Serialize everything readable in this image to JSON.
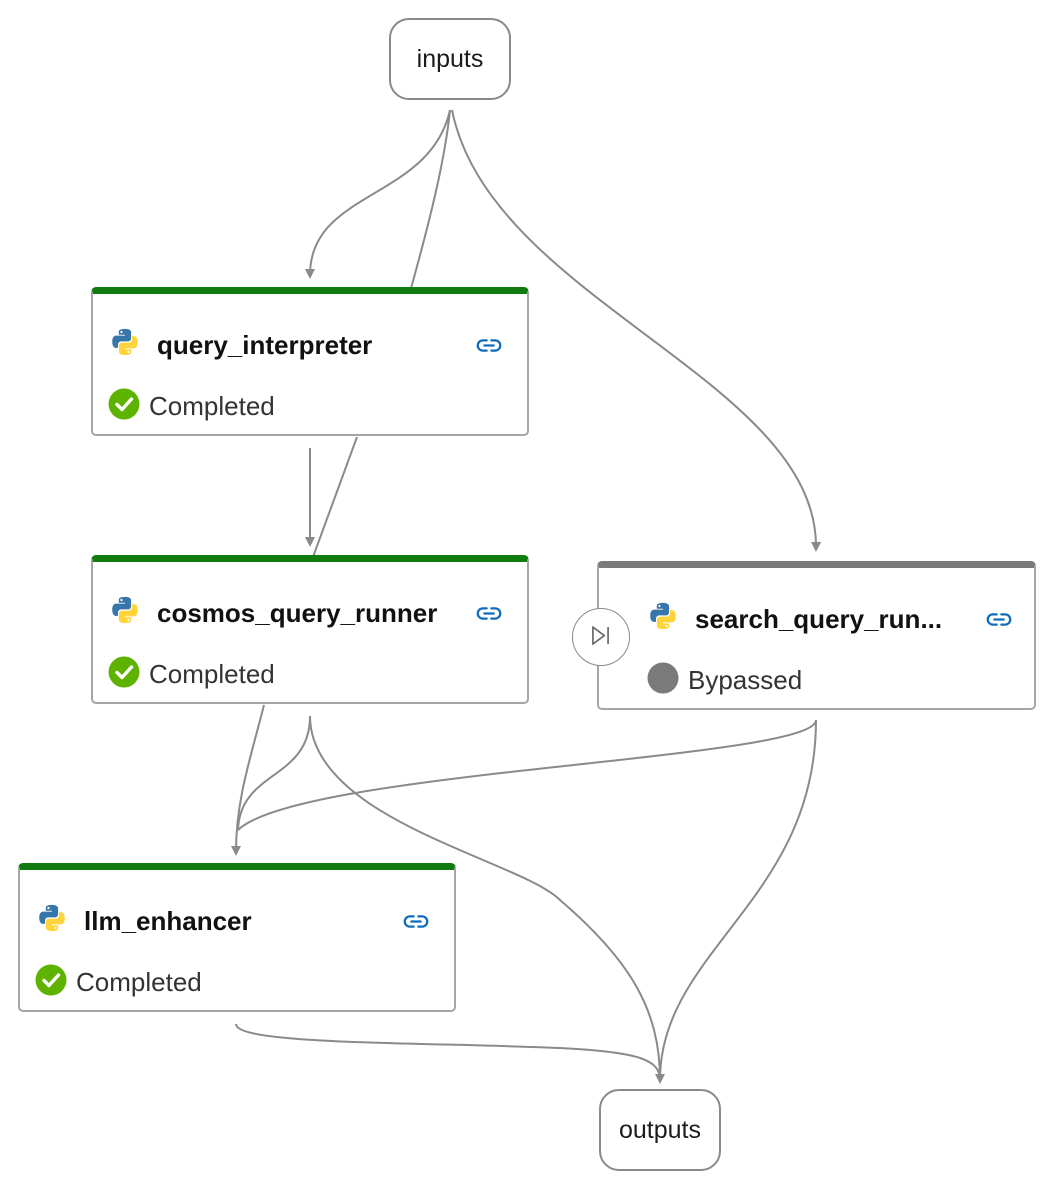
{
  "graph": {
    "inputs_label": "inputs",
    "outputs_label": "outputs",
    "nodes": [
      {
        "name": "query_interpreter",
        "status": "Completed",
        "type": "python"
      },
      {
        "name": "cosmos_query_runner",
        "status": "Completed",
        "type": "python"
      },
      {
        "name": "search_query_run...",
        "status": "Bypassed",
        "type": "python"
      },
      {
        "name": "llm_enhancer",
        "status": "Completed",
        "type": "python"
      }
    ]
  },
  "colors": {
    "completed_bar": "#107c10",
    "bypassed_bar": "#7a7a7a",
    "completed_check": "#5db300",
    "bypassed_dot": "#7a7a7a",
    "edge": "#8a8a8a",
    "link_icon": "#0f6cbd"
  },
  "icons": {
    "node_type": "python-icon",
    "link": "link-icon",
    "completed": "check-circle-icon",
    "bypassed": "gray-dot-icon",
    "bypass_control": "skip-forward-icon"
  }
}
